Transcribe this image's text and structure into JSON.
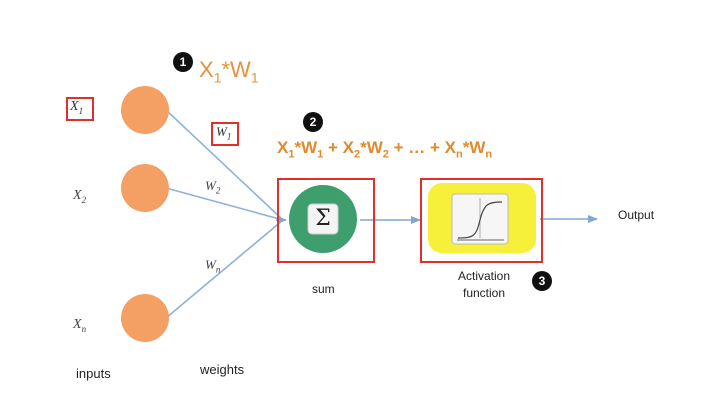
{
  "badges": {
    "b1": "1",
    "b2": "2",
    "b3": "3"
  },
  "top_formula": {
    "x": "X",
    "x_sub": "1",
    "op": "*",
    "w": "W",
    "w_sub": "1"
  },
  "sum_equation": {
    "t1": "X",
    "t1_sub": "1",
    "t1_op": "*W",
    "t1_sub2": "1",
    "plus1": " + ",
    "t2": "X",
    "t2_sub": "2",
    "t2_op": "*W",
    "t2_sub2": "2",
    "plus2": " + … + ",
    "t3": "X",
    "t3_sub": "n",
    "t3_op": "*W",
    "t3_sub2": "n"
  },
  "inputs": [
    {
      "label": "X",
      "sub": "1"
    },
    {
      "label": "X",
      "sub": "2"
    },
    {
      "label": "X",
      "sub": "n"
    }
  ],
  "weights": [
    {
      "label": "W",
      "sub": "1"
    },
    {
      "label": "W",
      "sub": "2"
    },
    {
      "label": "W",
      "sub": "n"
    }
  ],
  "captions": {
    "inputs": "inputs",
    "weights": "weights",
    "sum": "sum",
    "activation_line1": "Activation",
    "activation_line2": "function",
    "output": "Output"
  },
  "sum_symbol": "Σ",
  "colors": {
    "input_node": "#F4A064",
    "sum_node": "#3F9E6E",
    "activation_bg": "#F7F03A",
    "box_border": "#E0302B",
    "arrow": "#7FA6D4",
    "formula": "#E8903A"
  }
}
